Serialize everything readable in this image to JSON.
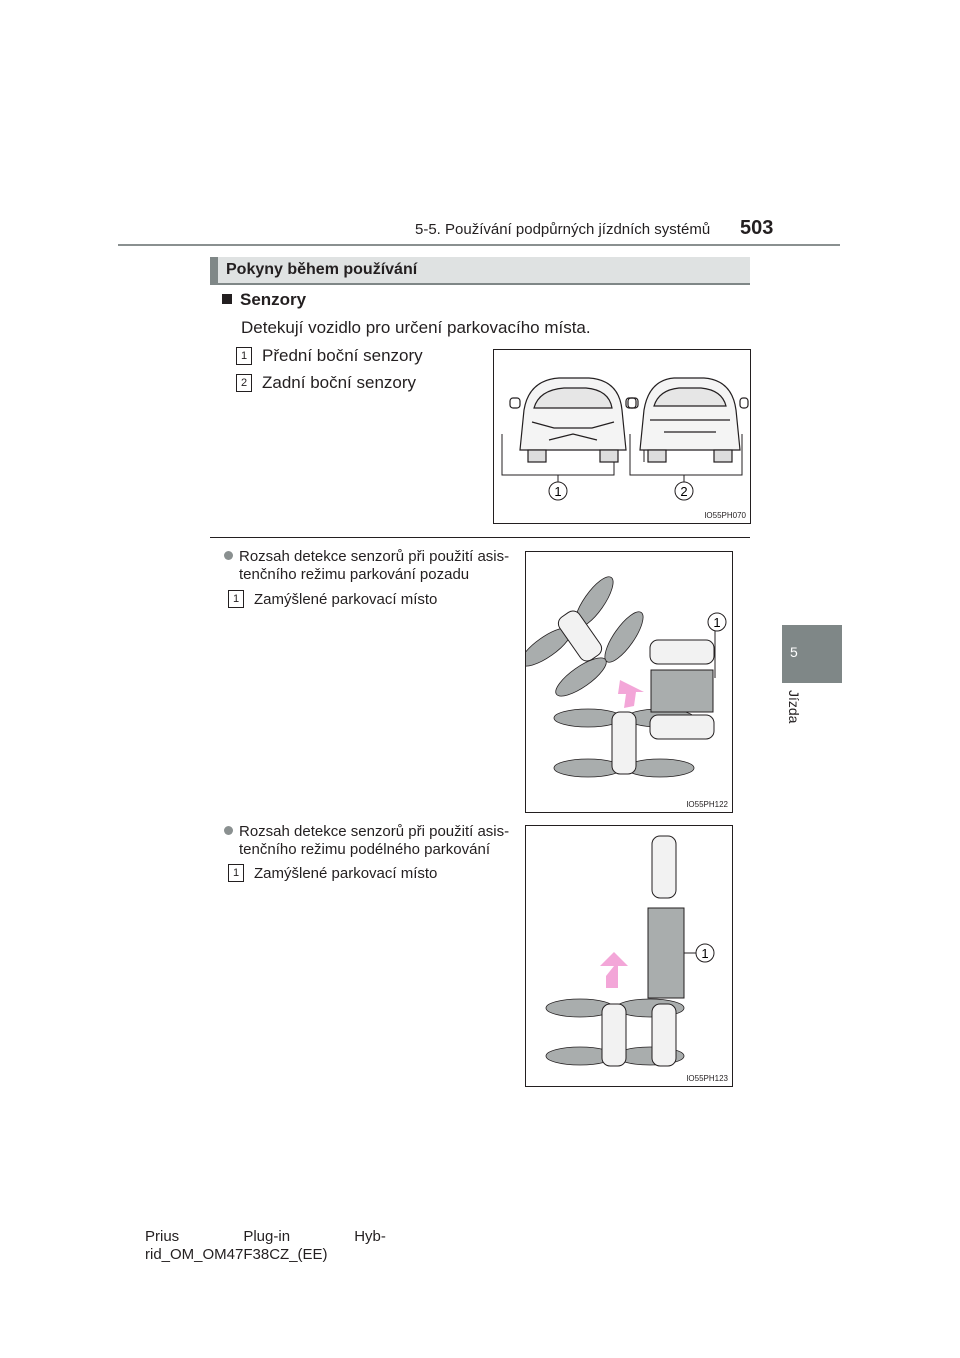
{
  "header": {
    "section": "5-5. Používání podpůrných jízdních systémů",
    "page_number": "503"
  },
  "side_tab": {
    "number": "5",
    "label": "Jízda"
  },
  "section_title": "Pokyny během používání",
  "subsection": {
    "title": "Senzory",
    "description": "Detekují vozidlo pro určení parkovacího místa.",
    "items": [
      {
        "num": "1",
        "text": "Přední boční senzory"
      },
      {
        "num": "2",
        "text": "Zadní boční senzory"
      }
    ]
  },
  "figure1": {
    "code": "IO55PH070",
    "callouts": [
      "1",
      "2"
    ]
  },
  "bullets": [
    {
      "text_line1": "Rozsah detekce senzorů při použití asis-",
      "text_line2": "tenčního režimu parkování pozadu",
      "item": {
        "num": "1",
        "text": "Zamýšlené parkovací místo"
      },
      "figure_code": "IO55PH122",
      "callout": "1"
    },
    {
      "text_line1": "Rozsah detekce senzorů při použití asis-",
      "text_line2": "tenčního režimu podélného parkování",
      "item": {
        "num": "1",
        "text": "Zamýšlené parkovací místo"
      },
      "figure_code": "IO55PH123",
      "callout": "1"
    }
  ],
  "footer": {
    "line1": "Prius Plug-in Hyb-",
    "line2": "rid_OM_OM47F38CZ_(EE)"
  },
  "colors": {
    "accent_gray": "#7f8787",
    "bar_fill": "#dfe2e2",
    "sensor_fill": "#a9adad",
    "arrow_pink": "#f3a6d8"
  }
}
